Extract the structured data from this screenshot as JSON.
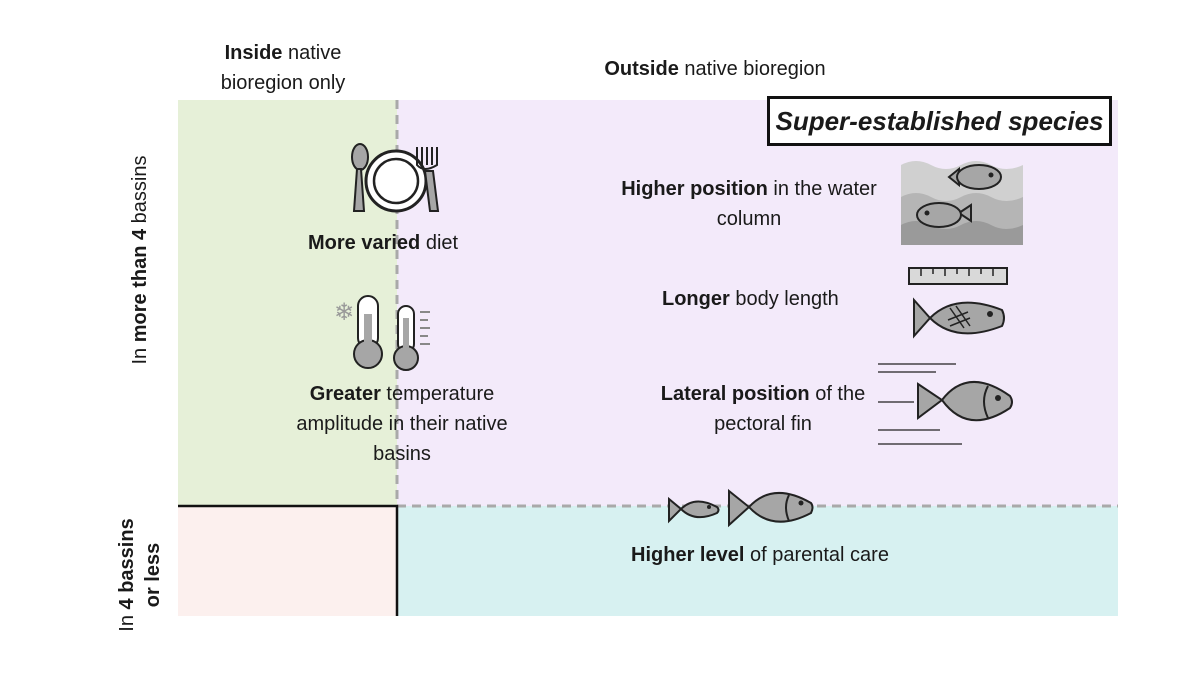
{
  "columns": {
    "inside": {
      "bold": "Inside",
      "rest_line1": " native",
      "line2": "bioregion only"
    },
    "outside": {
      "bold": "Outside",
      "rest": " native bioregion"
    }
  },
  "rows": {
    "more_than_4": {
      "prefix": "In ",
      "bold": "more than 4",
      "rest": " bassins"
    },
    "four_or_less": {
      "line1_prefix": "In ",
      "line1_bold": "4 bassins",
      "line2_bold": "or less"
    }
  },
  "badge": "Super-established species",
  "traits": {
    "diet": {
      "bold": "More varied",
      "rest": " diet",
      "icon": "plate-cutlery-icon"
    },
    "temperature": {
      "bold": "Greater",
      "rest1": " temperature",
      "line2": "amplitude in their native",
      "line3": "basins",
      "icon": "thermometer-icon"
    },
    "water_column": {
      "bold": "Higher position",
      "rest1": " in the water",
      "line2": "column",
      "icon": "water-column-fish-icon"
    },
    "body_length": {
      "bold": "Longer",
      "rest": " body length",
      "icon": "ruler-fish-icon"
    },
    "pectoral_fin": {
      "bold": "Lateral position",
      "rest1": " of the",
      "line2": "pectoral fin",
      "icon": "swimming-fish-icon"
    },
    "parental_care": {
      "bold": "Higher level",
      "rest": " of parental care",
      "icon": "parent-fish-icon"
    }
  },
  "colors": {
    "green_zone": "#e6f0d8",
    "purple_zone": "#f3eafa",
    "pink_zone": "#fcf0ee",
    "teal_zone": "#d7f1f1",
    "icon_gray": "#a6a6a6",
    "icon_dark": "#222222"
  }
}
